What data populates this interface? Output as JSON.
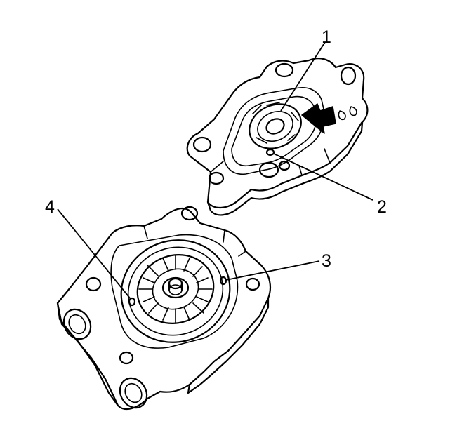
{
  "diagram": {
    "callouts": [
      {
        "id": "1",
        "label": "1"
      },
      {
        "id": "2",
        "label": "2"
      },
      {
        "id": "3",
        "label": "3"
      },
      {
        "id": "4",
        "label": "4"
      }
    ],
    "colors": {
      "ink": "#000000",
      "paper": "#ffffff"
    },
    "icons": [
      "direction-arrow-icon"
    ]
  }
}
